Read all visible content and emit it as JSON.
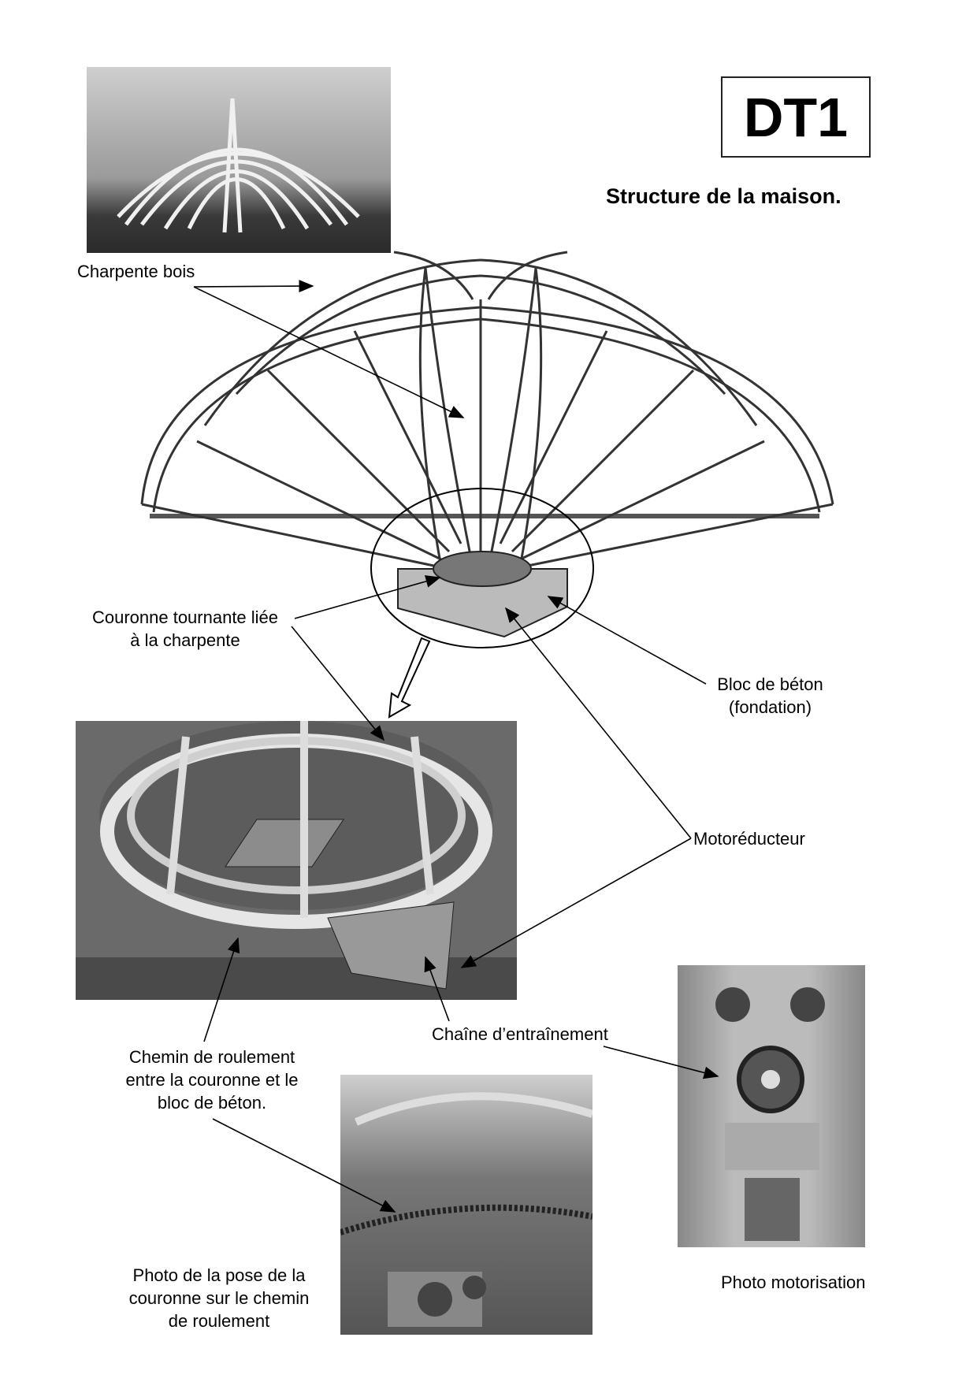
{
  "doc_code": "DT1",
  "title": "Structure de la maison.",
  "labels": {
    "charpente": "Charpente bois",
    "couronne_1": "Couronne tournante liée",
    "couronne_2": "à la charpente",
    "bloc_1": "Bloc de béton",
    "bloc_2": "(fondation)",
    "motoreducteur": "Motoréducteur",
    "chaine": "Chaîne d’entraînement",
    "chemin_1": "Chemin de roulement",
    "chemin_2": "entre la couronne et le",
    "chemin_3": "bloc de béton.",
    "pose_1": "Photo de la pose de la",
    "pose_2": "couronne sur le chemin",
    "pose_3": "de roulement",
    "motorisation": "Photo motorisation"
  }
}
